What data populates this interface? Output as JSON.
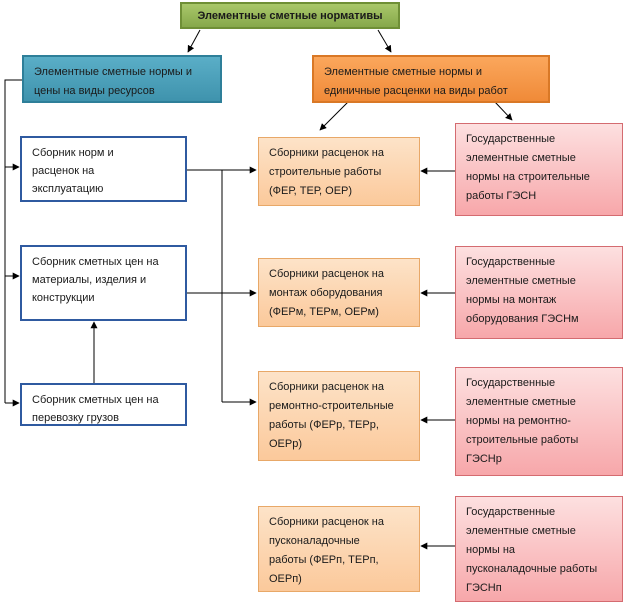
{
  "root": {
    "lines": [
      "Элементные сметные нормативы"
    ]
  },
  "resources_head": {
    "lines": [
      "Элементные сметные нормы и",
      "цены на виды ресурсов"
    ]
  },
  "works_head": {
    "lines": [
      "Элементные сметные нормы и",
      "единичные расценки на виды работ"
    ]
  },
  "left_boxes": [
    {
      "lines": [
        "Сборник норм и",
        "расценок на",
        "эксплуатацию"
      ]
    },
    {
      "lines": [
        "Сборник сметных цен на",
        "материалы, изделия и",
        "конструкции"
      ]
    },
    {
      "lines": [
        "Сборник сметных цен на",
        "перевозку грузов"
      ]
    }
  ],
  "middle_boxes": [
    {
      "lines": [
        "Сборники расценок на",
        "строительные работы",
        "(ФЕР, ТЕР, ОЕР)"
      ]
    },
    {
      "lines": [
        "Сборники расценок на",
        "монтаж оборудования",
        "(ФЕРм, ТЕРм, ОЕРм)"
      ]
    },
    {
      "lines": [
        "Сборники расценок на",
        "ремонтно-строительные",
        "работы (ФЕРр, ТЕРр,",
        "ОЕРр)"
      ]
    },
    {
      "lines": [
        "Сборники расценок на",
        "пусконаладочные",
        "работы (ФЕРп, ТЕРп,",
        "ОЕРп)"
      ]
    }
  ],
  "right_boxes": [
    {
      "lines": [
        "Государственные",
        "элементные сметные",
        "нормы на строительные",
        "работы ГЭСН"
      ]
    },
    {
      "lines": [
        "Государственные",
        "элементные сметные",
        "нормы на монтаж",
        "оборудования ГЭСНм"
      ]
    },
    {
      "lines": [
        "Государственные",
        "элементные сметные",
        "нормы на ремонтно-",
        "строительные работы",
        "ГЭСНр"
      ]
    },
    {
      "lines": [
        "Государственные",
        "элементные сметные",
        "нормы на",
        "пусконаладочные работы",
        "ГЭСНп"
      ]
    }
  ],
  "colors": {
    "root_fill": "#a9c76a",
    "resources_fill": "#4ba3bd",
    "works_fill": "#f79646",
    "left_border": "#2f5aa0",
    "middle_fill": "#fbd4b4",
    "right_fill": "#f4b6b8",
    "connector": "#000000"
  }
}
